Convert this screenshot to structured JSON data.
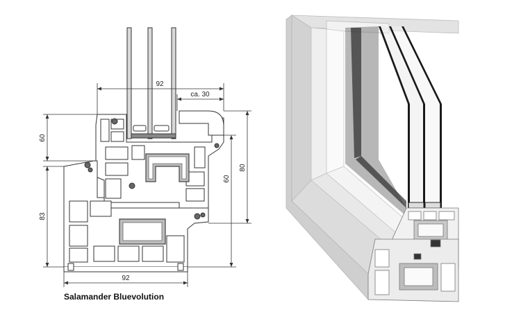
{
  "caption": "Salamander Bluevolution",
  "dimensions": {
    "top_width": "92",
    "glass_offset": "ca. 30",
    "left_sash": "60",
    "left_total": "83",
    "right_total": "80",
    "right_frame": "60",
    "bottom_width": "92"
  },
  "colors": {
    "line": "#333333",
    "profile_fill": "#ffffff",
    "steel": "#9a9a9a",
    "glass": "#d9d9d9",
    "render_frame": "#e6e6e6",
    "render_shadow": "#c8c8c8",
    "glass_dark": "#1a1a1a"
  }
}
